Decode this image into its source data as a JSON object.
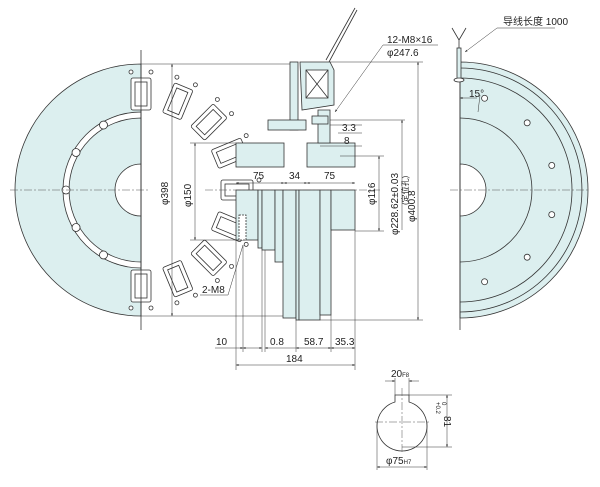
{
  "colors": {
    "body_fill": "#dcefef",
    "line": "#333333"
  },
  "labels": {
    "bolt_spec": "12-M8×16",
    "bolt_pcd": "φ247.6",
    "lead_length": "导线长度 1000",
    "angle": "15°",
    "d398": "φ398",
    "d150": "φ150",
    "d116": "φ116",
    "d228": "φ228.62±0.03",
    "d228_note": "(定位孔)",
    "d400": "φ400.8",
    "w75a": "75",
    "w34": "34",
    "w75b": "75",
    "g33": "3.3",
    "g8": "8",
    "m8": "2-M8",
    "b10": "10",
    "b08": "0.8",
    "b587": "58.7",
    "b353": "35.3",
    "b184": "184",
    "key_w": "20",
    "key_w_tol": "F8",
    "key_h": "81",
    "key_h_tol_up": "+0.2",
    "key_h_tol_lo": "0",
    "bore": "φ75",
    "bore_tol": "H7"
  }
}
